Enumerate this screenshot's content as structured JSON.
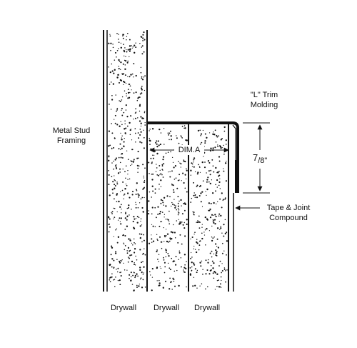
{
  "diagram": {
    "title": "",
    "labels": {
      "metal_stud_line1": "Metal Stud",
      "metal_stud_line2": "Framing",
      "trim_line1": "\"L\" Trim",
      "trim_line2": "Molding",
      "tape_line1": "Tape & Joint",
      "tape_line2": "Compound",
      "dim_a": "DIM.A",
      "dim_78_num": "7",
      "dim_78_den": "/8\"",
      "drywall_1": "Drywall",
      "drywall_2": "Drywall",
      "drywall_3": "Drywall"
    },
    "colors": {
      "ink": "#111111",
      "background": "#ffffff"
    }
  }
}
